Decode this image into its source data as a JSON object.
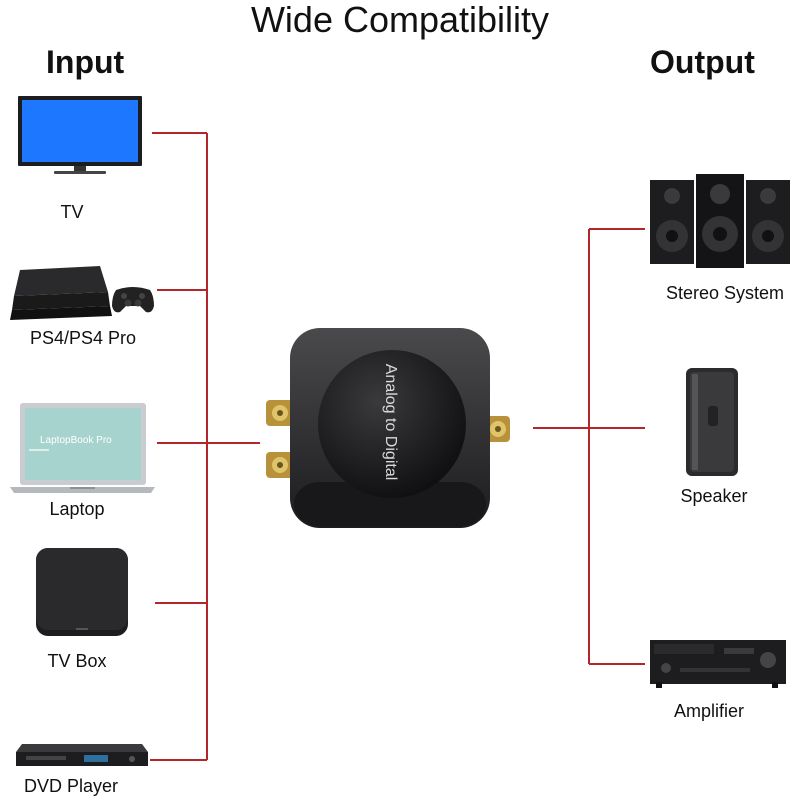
{
  "title": "Wide Compatibility",
  "input": {
    "heading": "Input",
    "devices": [
      {
        "name": "TV"
      },
      {
        "name": "PS4/PS4 Pro"
      },
      {
        "name": "Laptop",
        "screen_text": "LaptopBook Pro"
      },
      {
        "name": "TV Box"
      },
      {
        "name": "DVD Player"
      }
    ]
  },
  "output": {
    "heading": "Output",
    "devices": [
      {
        "name": "Stereo System"
      },
      {
        "name": "Speaker"
      },
      {
        "name": "Amplifier"
      }
    ]
  },
  "converter": {
    "label": "Analog to Digital"
  },
  "colors": {
    "wire": "#b3262b",
    "tv_screen": "#1e78ff",
    "device_dark": "#1d1d1f"
  }
}
